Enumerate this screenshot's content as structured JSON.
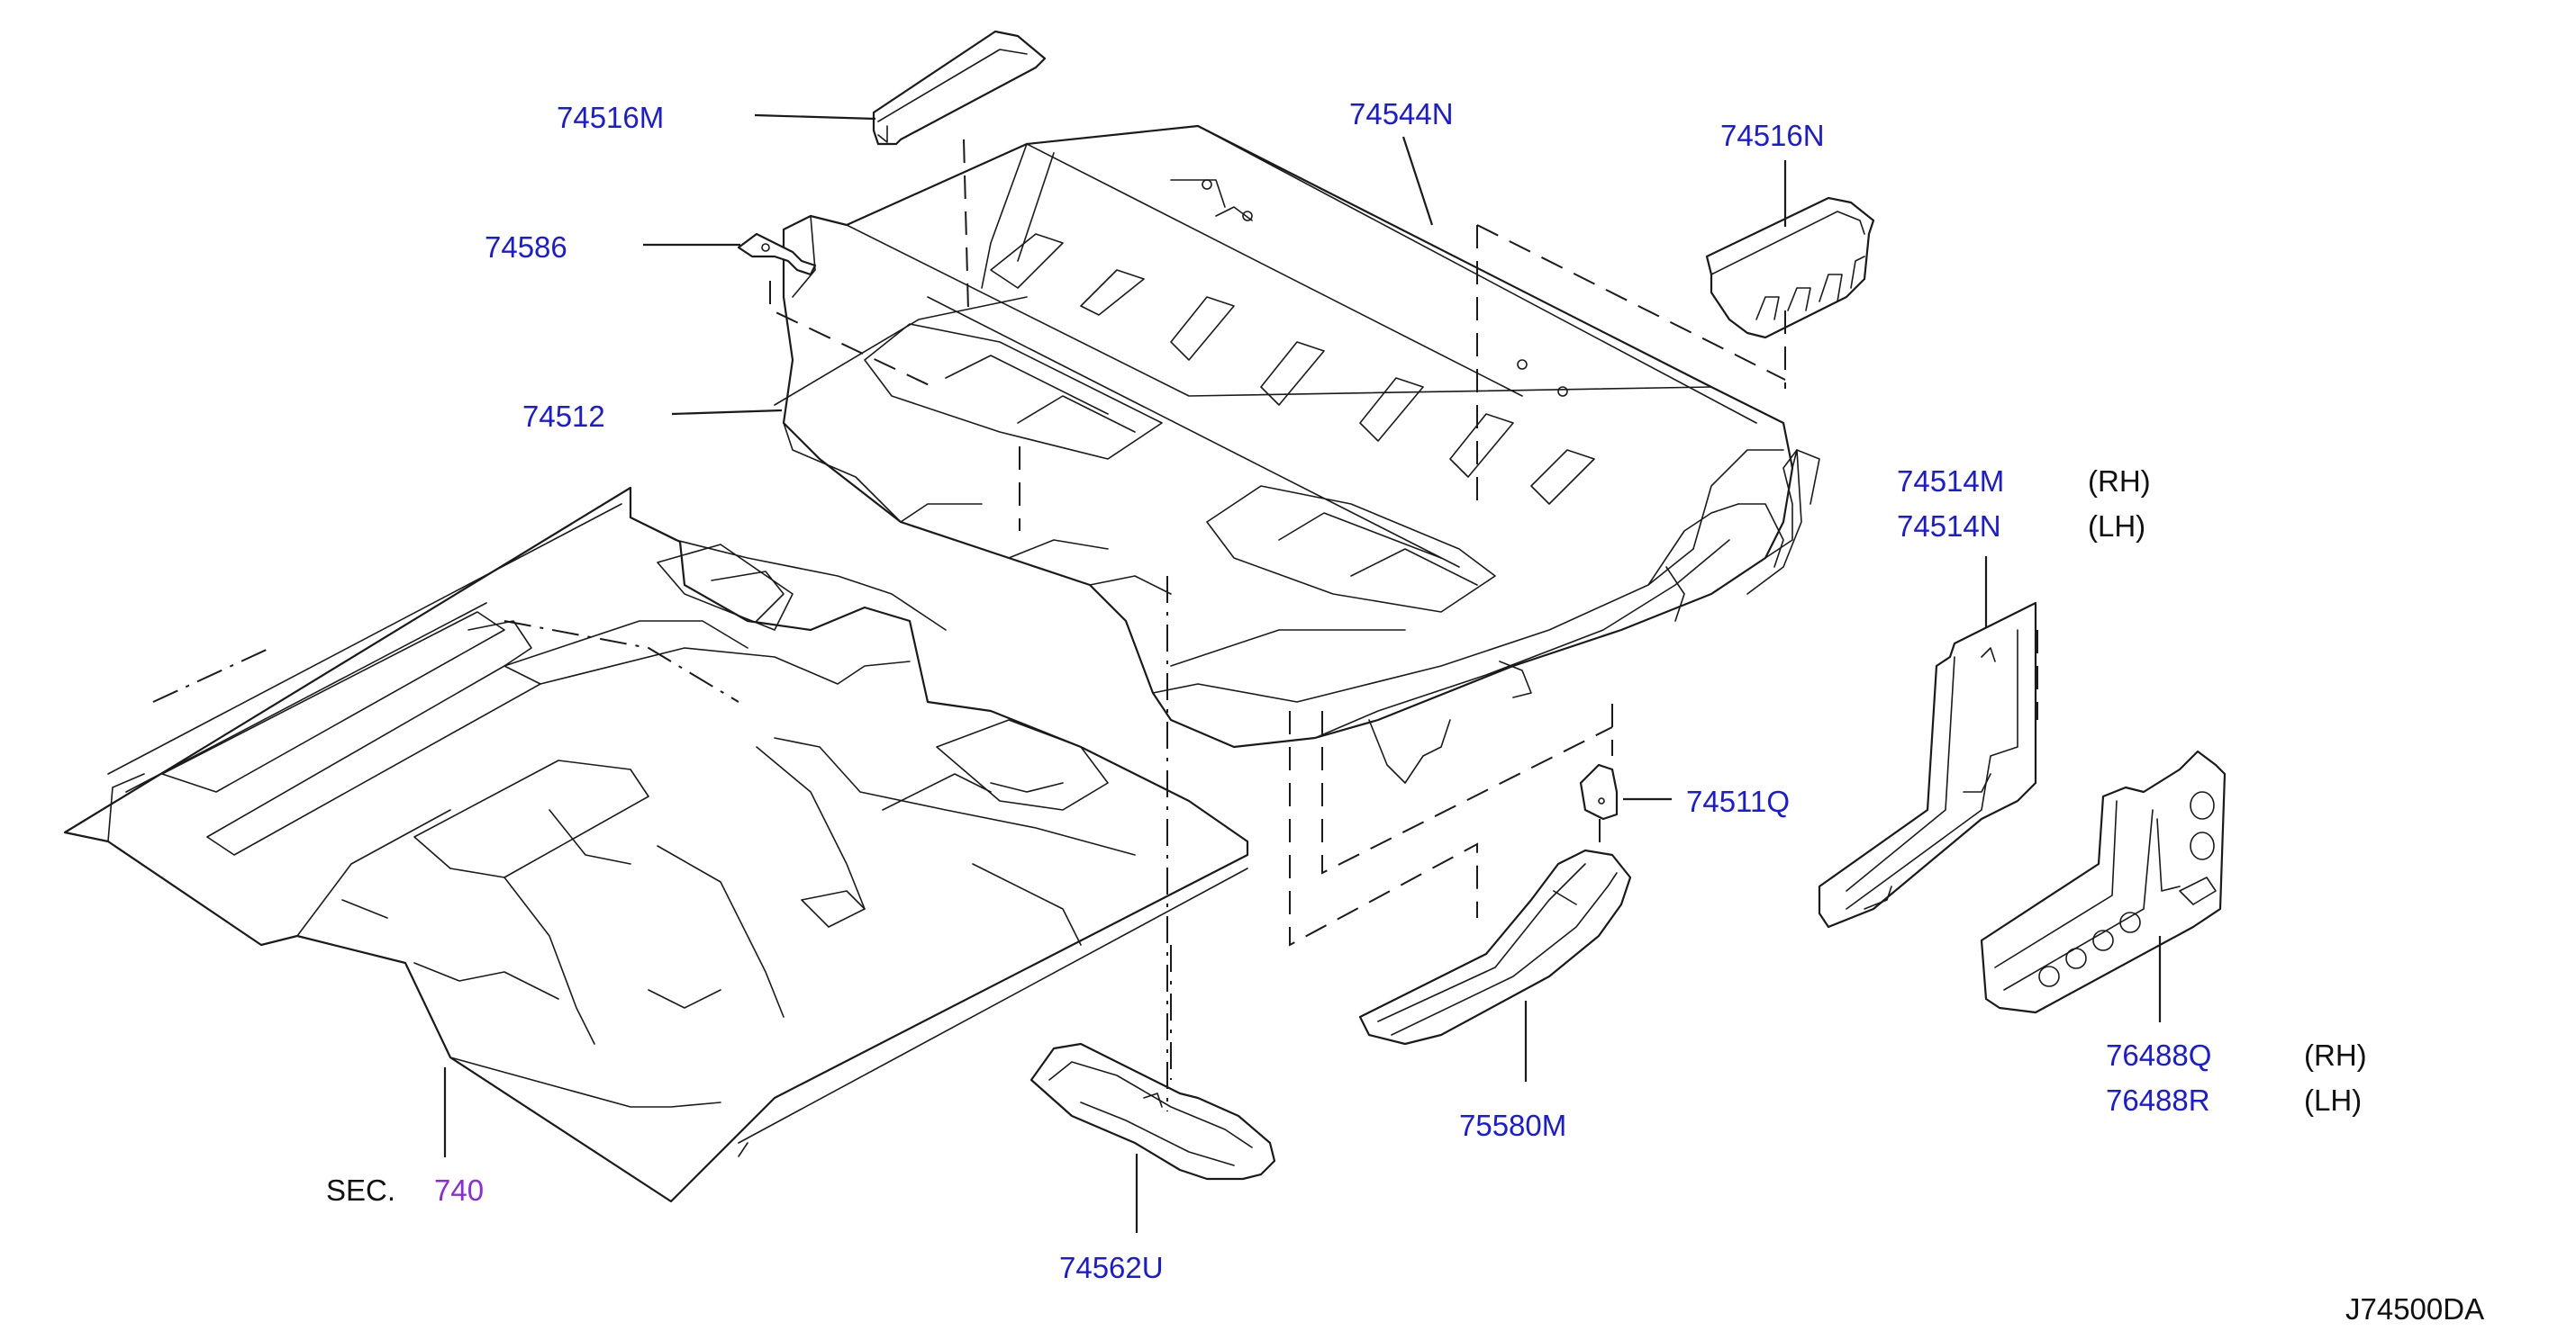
{
  "colors": {
    "part_number": "#1a1adb",
    "section_ref": "#8a2be2",
    "text": "#111111",
    "line": "#1a1a1a"
  },
  "parts": [
    {
      "id": "p74516M",
      "number": "74516M"
    },
    {
      "id": "p74586",
      "number": "74586"
    },
    {
      "id": "p74512",
      "number": "74512"
    },
    {
      "id": "p74544N",
      "number": "74544N"
    },
    {
      "id": "p74516N",
      "number": "74516N"
    },
    {
      "id": "p74514M",
      "number": "74514M",
      "side": "(RH)"
    },
    {
      "id": "p74514N",
      "number": "74514N",
      "side": "(LH)"
    },
    {
      "id": "p74511Q",
      "number": "74511Q"
    },
    {
      "id": "p75580M",
      "number": "75580M"
    },
    {
      "id": "p76488Q",
      "number": "76488Q",
      "side": "(RH)"
    },
    {
      "id": "p76488R",
      "number": "76488R",
      "side": "(LH)"
    },
    {
      "id": "p74562U",
      "number": "74562U"
    }
  ],
  "section": {
    "prefix": "SEC.",
    "number": "740"
  },
  "drawing_code": "J74500DA"
}
